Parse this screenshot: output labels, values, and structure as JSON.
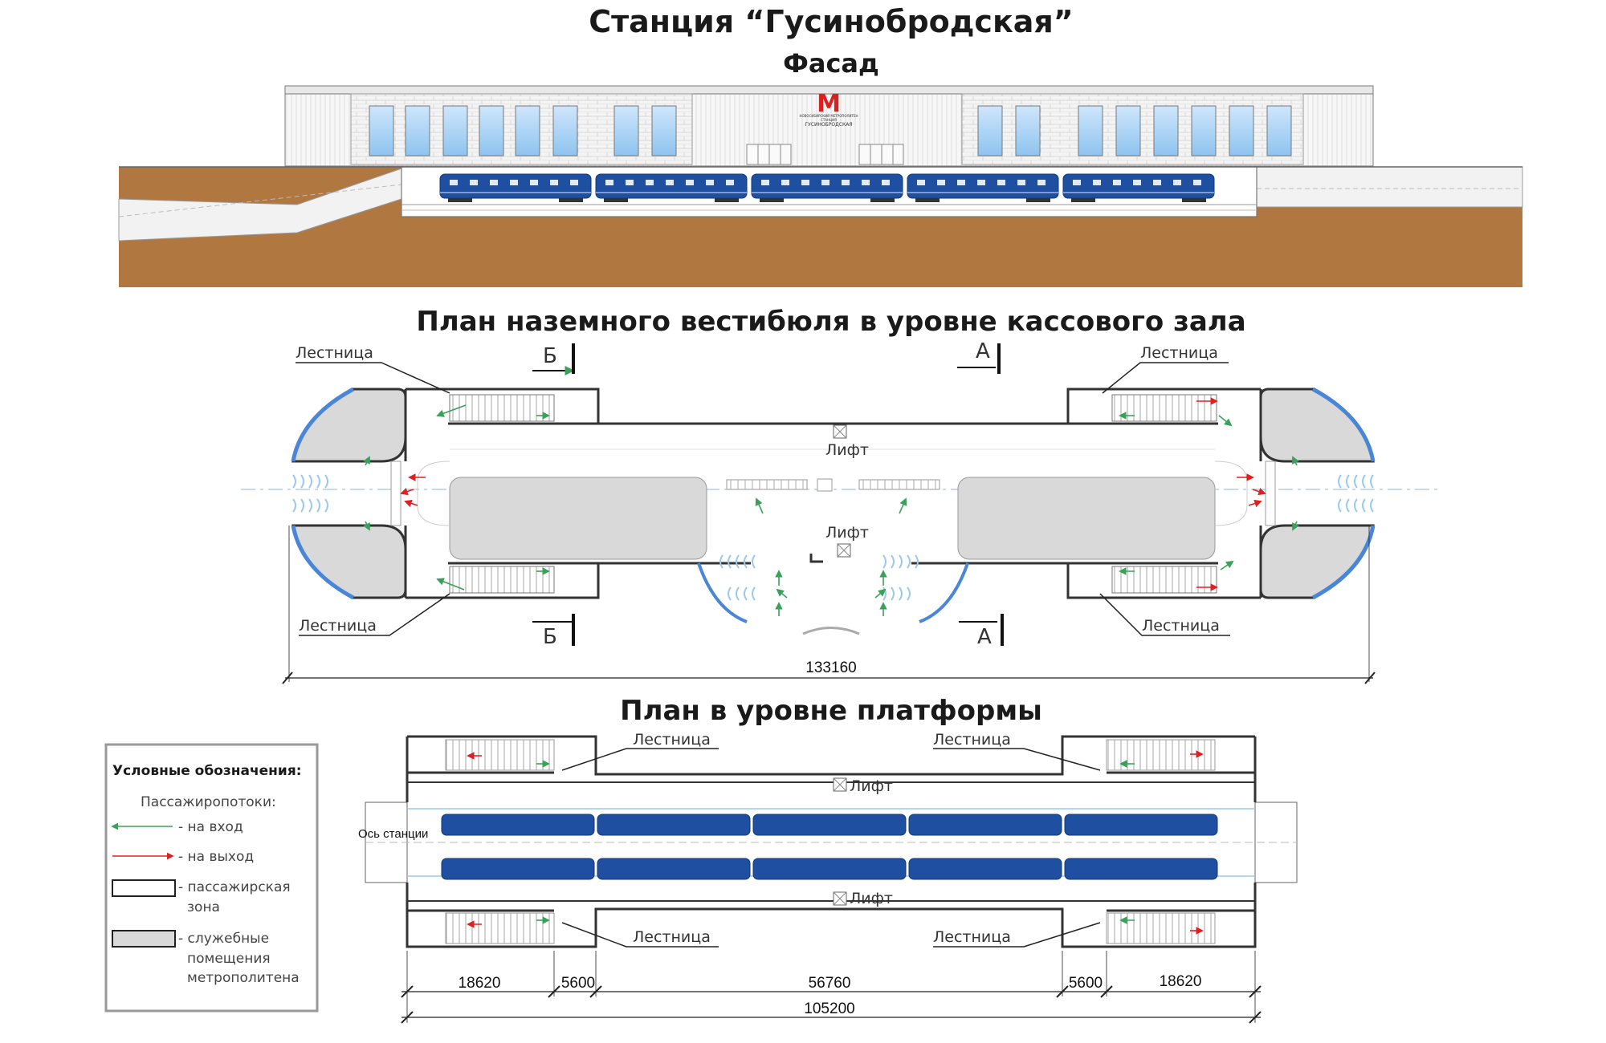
{
  "titles": {
    "main": "Станция “Гусинобродская”",
    "facade": "Фасад",
    "vestibule_plan": "План наземного вестибюля в уровне кассового зала",
    "platform_plan": "План в уровне платформы"
  },
  "facade": {
    "logo_letter": "М",
    "sign_line1": "НОВОСИБИРСКИЙ МЕТРОПОЛИТЕН",
    "sign_line2": "СТАНЦИЯ",
    "sign_line3": "ГУСИНОБРОДСКАЯ"
  },
  "vestibule": {
    "stair_label": "Лестница",
    "lift_label": "Лифт",
    "section_a": "А",
    "section_b": "Б",
    "dimension_total": "133160"
  },
  "platform": {
    "stair_label": "Лестница",
    "lift_label": "Лифт",
    "axis_label": "Ось станции",
    "dimensions": [
      "18620",
      "5600",
      "56760",
      "5600",
      "18620"
    ],
    "dimension_total": "105200"
  },
  "legend": {
    "title": "Условные обозначения:",
    "subtitle": "Пассажиропотоки:",
    "entry": "- на вход",
    "exit": "- на выход",
    "passenger_zone_l1": "- пассажирская",
    "passenger_zone_l2": "зона",
    "service_l1": "- служебные",
    "service_l2": "помещения",
    "service_l3": "метрополитена"
  },
  "colors": {
    "entry_arrow": "#3aa05a",
    "exit_arrow": "#e02020",
    "train": "#1f4fa0",
    "soil": "#b07840",
    "service_fill": "#d9d9d9",
    "glass": "#4a86d8"
  }
}
